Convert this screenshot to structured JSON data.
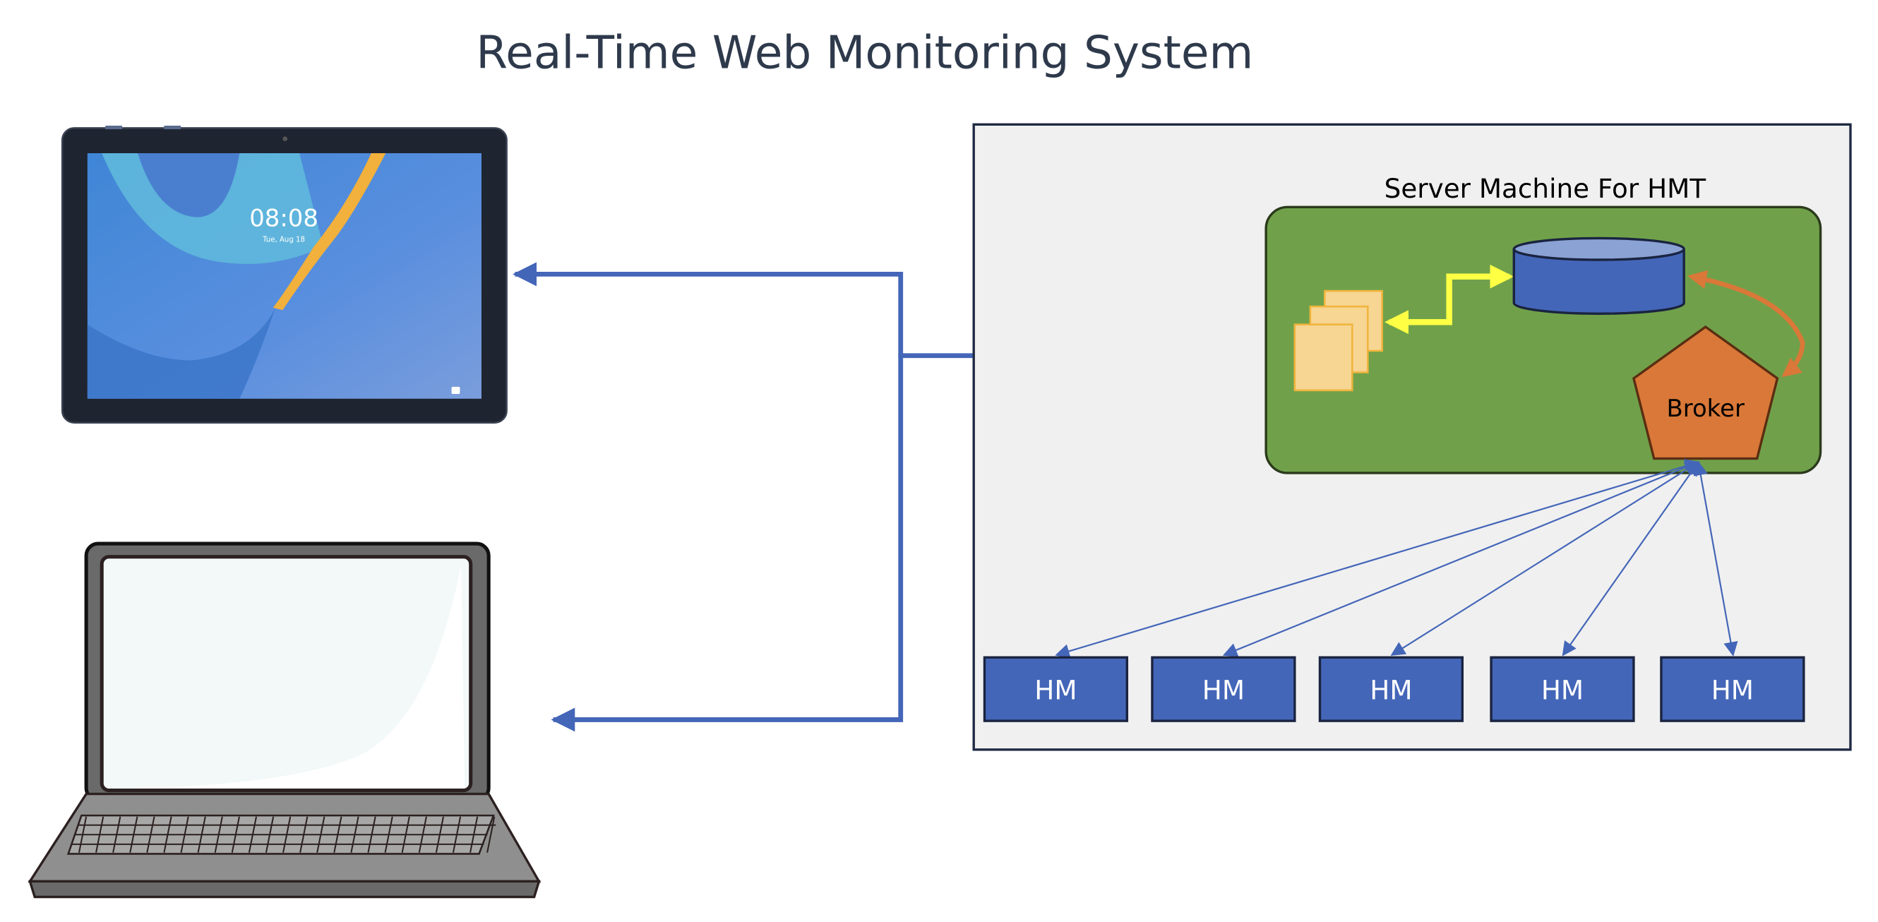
{
  "title": "Real-Time Web Monitoring System",
  "server": {
    "label": "Server Machine For HMT",
    "broker_label": "Broker",
    "components": [
      "web-pages",
      "database",
      "broker"
    ]
  },
  "monitors": [
    {
      "label": "HM"
    },
    {
      "label": "HM"
    },
    {
      "label": "HM"
    },
    {
      "label": "HM"
    },
    {
      "label": "HM"
    }
  ],
  "clients": {
    "tablet": {
      "clock": "08:08",
      "date": "Tue, Aug 18"
    },
    "laptop": {}
  },
  "colors": {
    "link_blue": "#4466b8",
    "server_bg": "#f0f0f0",
    "server_green": "#70a14a",
    "db_blue": "#4466b8",
    "broker_orange": "#d97838",
    "yellow_arrow": "#ffff44",
    "hm_blue": "#4466b8"
  }
}
